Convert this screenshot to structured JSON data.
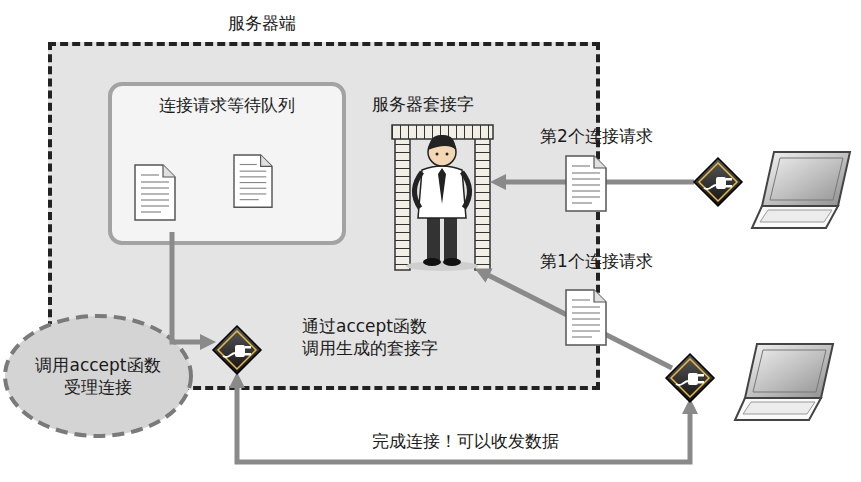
{
  "diagram": {
    "nodes": [
      {
        "text": [
          "服务器端"
        ]
      },
      {
        "text": [
          "连接请求等待队列"
        ],
        "in": 0
      },
      {
        "text": [
          "调用accept函数 受理连接"
        ]
      }
    ],
    "labels": [
      "服务器套接字",
      "第2个连接请求",
      "第1个连接请求",
      "通过accept函数 调用生成的套接字",
      "完成连接！可以收发数据"
    ]
  }
}
